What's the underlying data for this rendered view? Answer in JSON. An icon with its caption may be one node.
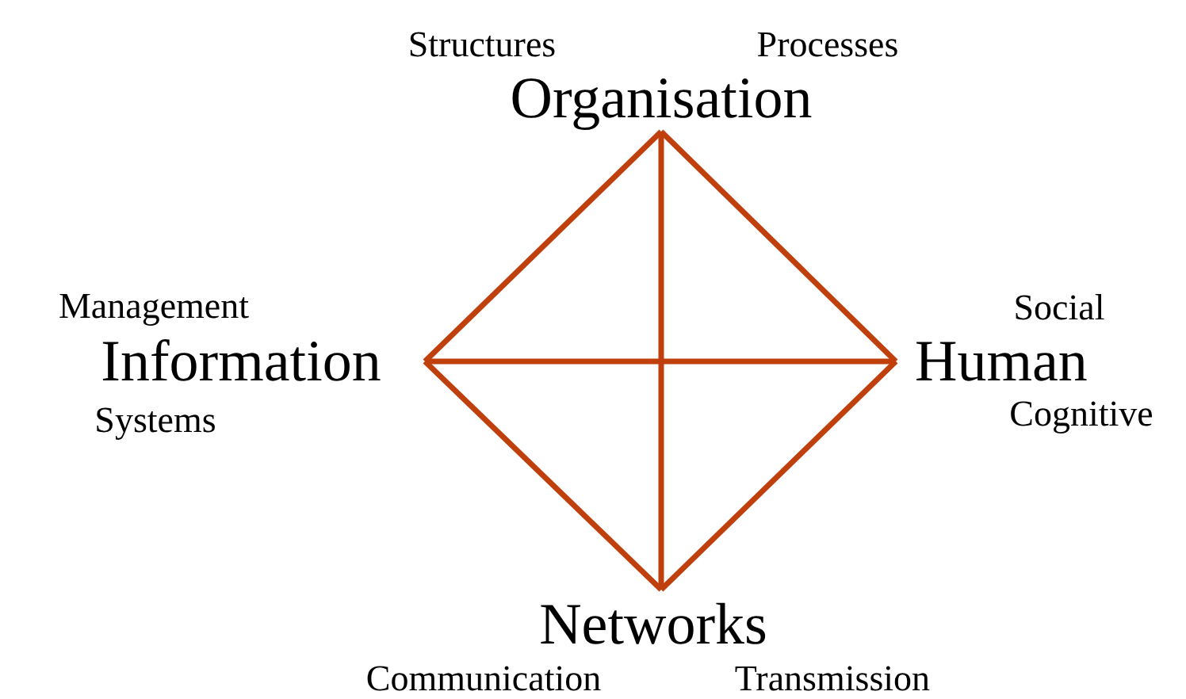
{
  "diagram": {
    "nodes": [
      {
        "text": [
          "Organisation"
        ],
        "beside": [
          "Structures",
          "Processes"
        ]
      },
      {
        "text": [
          "Information"
        ],
        "beside": [
          "Management",
          "Systems"
        ]
      },
      {
        "text": [
          "Human"
        ],
        "beside": [
          "Social",
          "Cognitive"
        ]
      },
      {
        "text": [
          "Networks"
        ],
        "beside": [
          "Communication",
          "Transmission"
        ]
      }
    ],
    "edges": [
      {
        "from": 0,
        "to": 2,
        "arrow": "none"
      },
      {
        "from": 0,
        "to": 1,
        "arrow": "none"
      },
      {
        "from": 1,
        "to": 3,
        "arrow": "none"
      },
      {
        "from": 2,
        "to": 3,
        "arrow": "none"
      },
      {
        "from": 0,
        "to": 3,
        "arrow": "none"
      },
      {
        "from": 1,
        "to": 2,
        "arrow": "none"
      }
    ]
  }
}
